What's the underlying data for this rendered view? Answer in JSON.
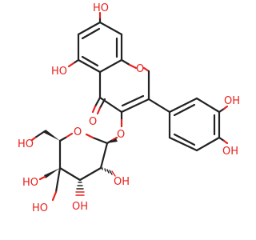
{
  "colors": {
    "bond": "#222222",
    "oxygen": "#e8201c",
    "background": "#ffffff"
  },
  "atoms": {
    "ho_top": "HO",
    "ho_left": "HO",
    "o_ring": "O",
    "o_keto": "O",
    "o_glyco": "O",
    "oh_cat_top": "OH",
    "oh_cat_bottom": "OH",
    "ho_ch2": "HO",
    "o_sugar": "O",
    "oh_c2": "OH",
    "ho_c4": "HO",
    "ho_c5": "HO",
    "oh_c3": "OH"
  }
}
